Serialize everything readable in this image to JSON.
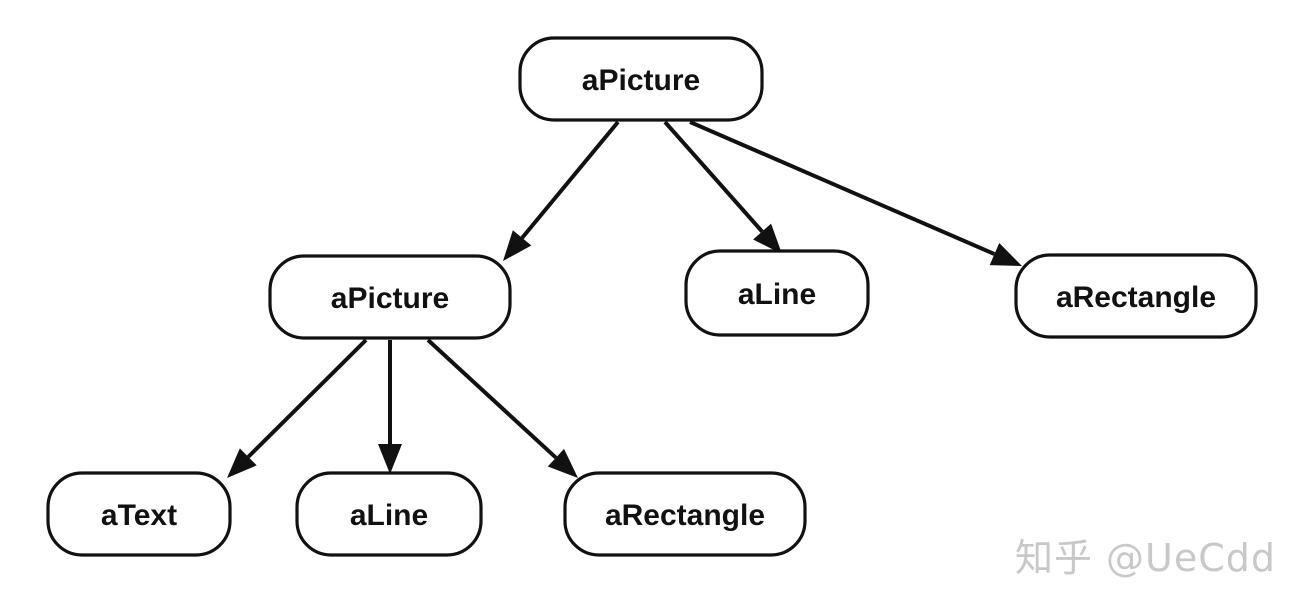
{
  "diagram": {
    "nodes": [
      {
        "id": "root",
        "label": "aPicture"
      },
      {
        "id": "picture2",
        "label": "aPicture"
      },
      {
        "id": "line1",
        "label": "aLine"
      },
      {
        "id": "rectangle1",
        "label": "aRectangle"
      },
      {
        "id": "text1",
        "label": "aText"
      },
      {
        "id": "line2",
        "label": "aLine"
      },
      {
        "id": "rectangle2",
        "label": "aRectangle"
      }
    ],
    "edges": [
      {
        "from": "root",
        "to": "picture2"
      },
      {
        "from": "root",
        "to": "line1"
      },
      {
        "from": "root",
        "to": "rectangle1"
      },
      {
        "from": "picture2",
        "to": "text1"
      },
      {
        "from": "picture2",
        "to": "line2"
      },
      {
        "from": "picture2",
        "to": "rectangle2"
      }
    ]
  },
  "watermark": {
    "text": "知乎 @UeCdd"
  }
}
